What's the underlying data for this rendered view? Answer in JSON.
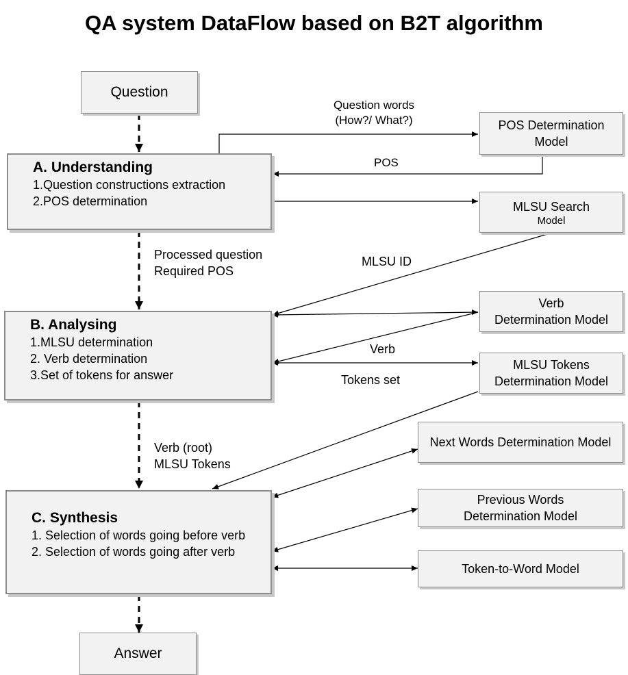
{
  "title": "QA system DataFlow based on B2T algorithm",
  "nodes": {
    "question": "Question",
    "answer": "Answer",
    "understanding": {
      "title": "A. Understanding",
      "lines": [
        "1.Question constructions extraction",
        "2.POS determination"
      ]
    },
    "analysing": {
      "title": "B. Analysing",
      "lines": [
        "1.MLSU determination",
        "2. Verb determination",
        "3.Set of tokens for answer"
      ]
    },
    "synthesis": {
      "title": "C. Synthesis",
      "lines": [
        "1. Selection of words going before verb",
        "2. Selection of words going after verb"
      ]
    },
    "pos_model": [
      "POS Determination",
      "Model"
    ],
    "mlsu_search": [
      "MLSU Search",
      "Model"
    ],
    "verb_model": [
      "Verb",
      "Determination Model"
    ],
    "mlsu_tokens": [
      "MLSU Tokens",
      "Determination Model"
    ],
    "next_words": "Next Words Determination Model",
    "prev_words": [
      "Previous Words",
      "Determination Model"
    ],
    "token_word": "Token-to-Word Model"
  },
  "edge_labels": {
    "question_words": [
      "Question words",
      "(How?/ What?)"
    ],
    "pos": "POS",
    "processed": [
      "Processed question",
      "Required POS"
    ],
    "mlsu_id": "MLSU ID",
    "verb": "Verb",
    "tokens_set": "Tokens set",
    "verb_root": [
      "Verb (root)",
      "MLSU Tokens"
    ]
  }
}
